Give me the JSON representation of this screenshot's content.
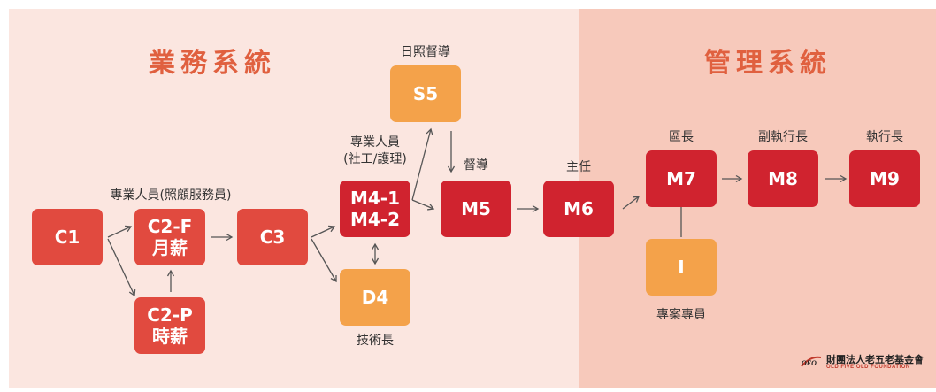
{
  "sections": {
    "business": "業務系統",
    "management": "管理系統"
  },
  "nodes": {
    "c1": "C1",
    "c2f": {
      "line1": "C2-F",
      "line2": "月薪"
    },
    "c2p": {
      "line1": "C2-P",
      "line2": "時薪"
    },
    "c3": "C3",
    "m4": {
      "line1": "M4-1",
      "line2": "M4-2"
    },
    "s5": "S5",
    "d4": "D4",
    "m5": "M5",
    "m6": "M6",
    "m7": "M7",
    "m8": "M8",
    "m9": "M9",
    "i": "I"
  },
  "labels": {
    "c2_role": "專業人員(照顧服務員)",
    "m4_role_line1": "專業人員",
    "m4_role_line2": "(社工/護理)",
    "s5_role": "日照督導",
    "d4_role": "技術長",
    "m5_role": "督導",
    "m6_role": "主任",
    "m7_role": "區長",
    "m8_role": "副執行長",
    "m9_role": "執行長",
    "i_role": "專案專員"
  },
  "logo": {
    "abbr": "OFO",
    "name_cn": "財團法人老五老基金會",
    "name_en": "OLD FIVE OLD FOUNDATION"
  },
  "colors": {
    "left_panel": "#fbe6e0",
    "right_panel": "#f7c9bb",
    "title": "#e0603f",
    "salmon": "#e14a3f",
    "crimson": "#d0232f",
    "orange": "#f4a24a",
    "arrow": "#555555"
  }
}
